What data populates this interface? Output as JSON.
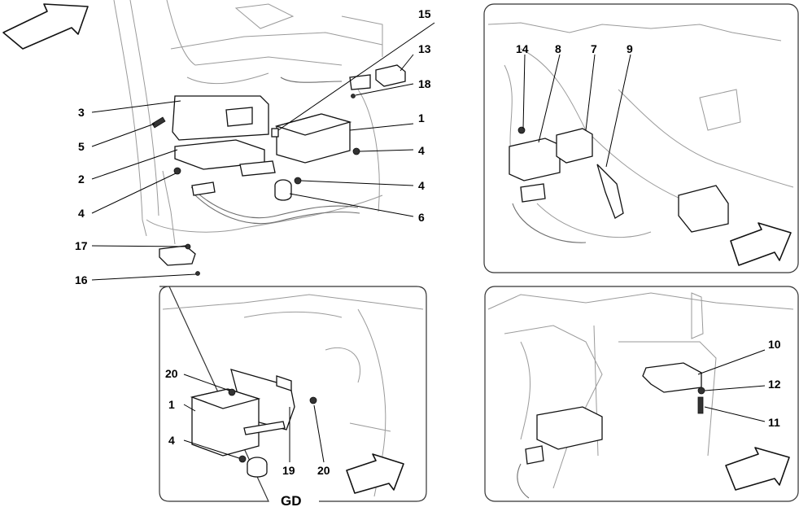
{
  "labels": {
    "main": [
      "15",
      "13",
      "18",
      "1",
      "3",
      "5",
      "2",
      "4",
      "4",
      "4",
      "6",
      "17",
      "16"
    ],
    "top_right": [
      "14",
      "8",
      "7",
      "9"
    ],
    "bottom_left": [
      "20",
      "1",
      "4",
      "19",
      "20"
    ],
    "bottom_right": [
      "10",
      "12",
      "11"
    ]
  },
  "inset_caption": "GD",
  "icons": {
    "direction_arrow": "arrow-icon",
    "part_fastener": "screw-icon"
  },
  "colors": {
    "line": "#111111",
    "background": "#ffffff"
  }
}
